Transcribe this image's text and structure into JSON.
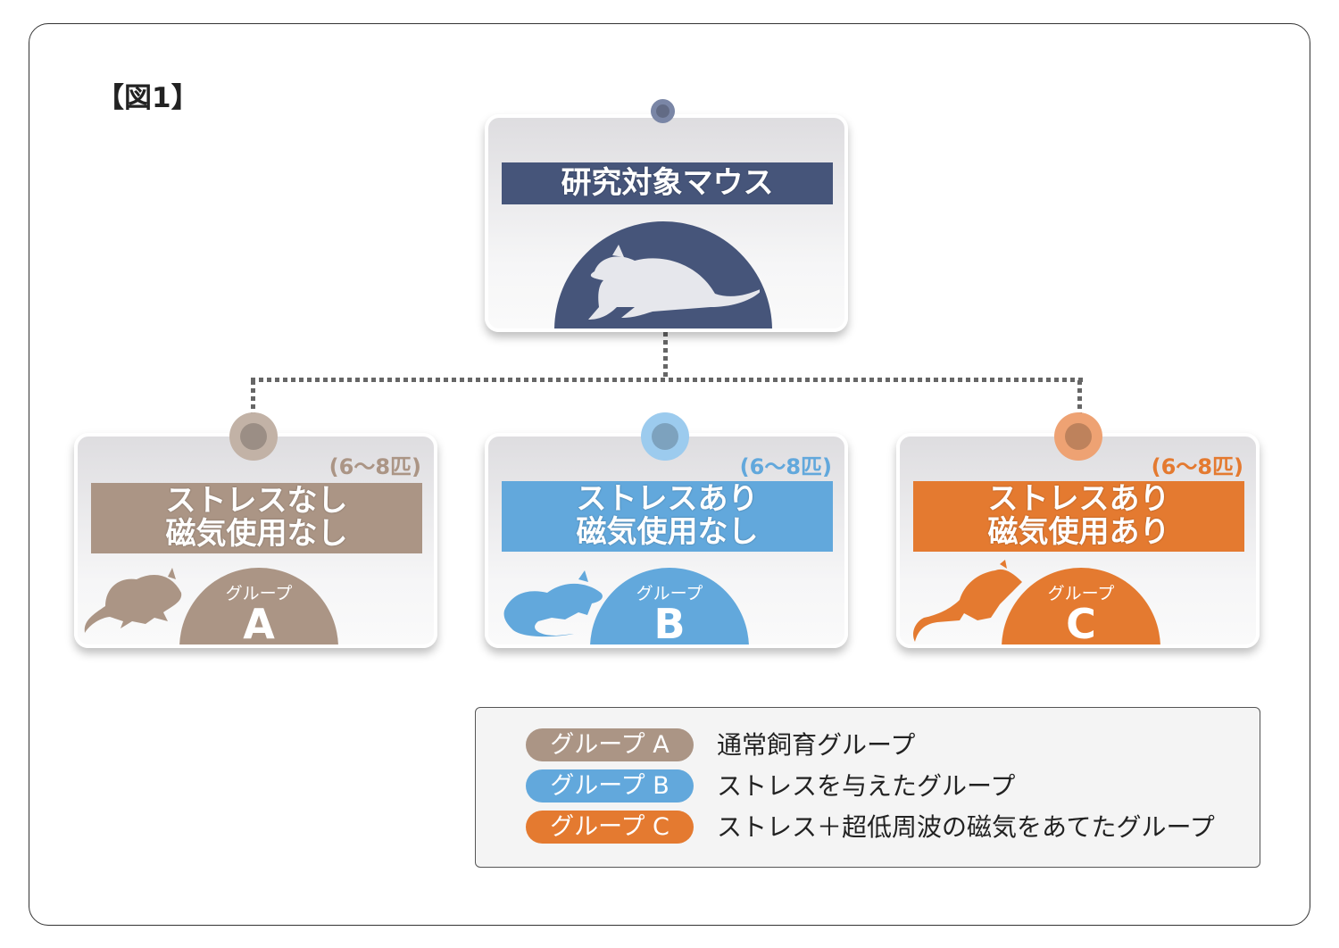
{
  "figure_label": "【図1】",
  "root": {
    "title": "研究対象マウス",
    "color": "#46557a"
  },
  "groups": [
    {
      "count": "(6～8匹)",
      "line1": "ストレスなし",
      "line2": "磁気使用なし",
      "group_label": "グループ",
      "letter": "A",
      "color": "#ab9585"
    },
    {
      "count": "(6～8匹)",
      "line1": "ストレスあり",
      "line2": "磁気使用なし",
      "group_label": "グループ",
      "letter": "B",
      "color": "#62a8dc"
    },
    {
      "count": "(6～8匹)",
      "line1": "ストレスあり",
      "line2": "磁気使用あり",
      "group_label": "グループ",
      "letter": "C",
      "color": "#e47a30"
    }
  ],
  "legend": [
    {
      "pill": "グループ A",
      "text": "通常飼育グループ"
    },
    {
      "pill": "グループ B",
      "text": "ストレスを与えたグループ"
    },
    {
      "pill": "グループ C",
      "text": "ストレス＋超低周波の磁気をあてたグループ"
    }
  ]
}
